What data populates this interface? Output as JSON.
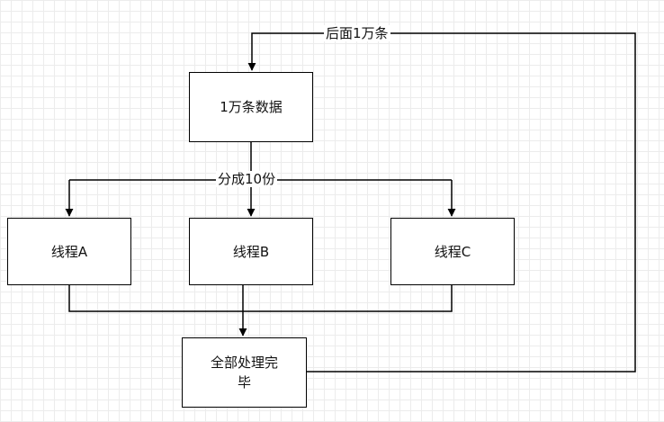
{
  "nodes": {
    "data": "1万条数据",
    "thread_a": "线程A",
    "thread_b": "线程B",
    "thread_c": "线程C",
    "done": "全部处理完毕"
  },
  "edge_labels": {
    "split": "分成10份",
    "loop": "后面1万条"
  },
  "colors": {
    "stroke": "#000000",
    "grid": "#ececec",
    "background": "#ffffff"
  }
}
